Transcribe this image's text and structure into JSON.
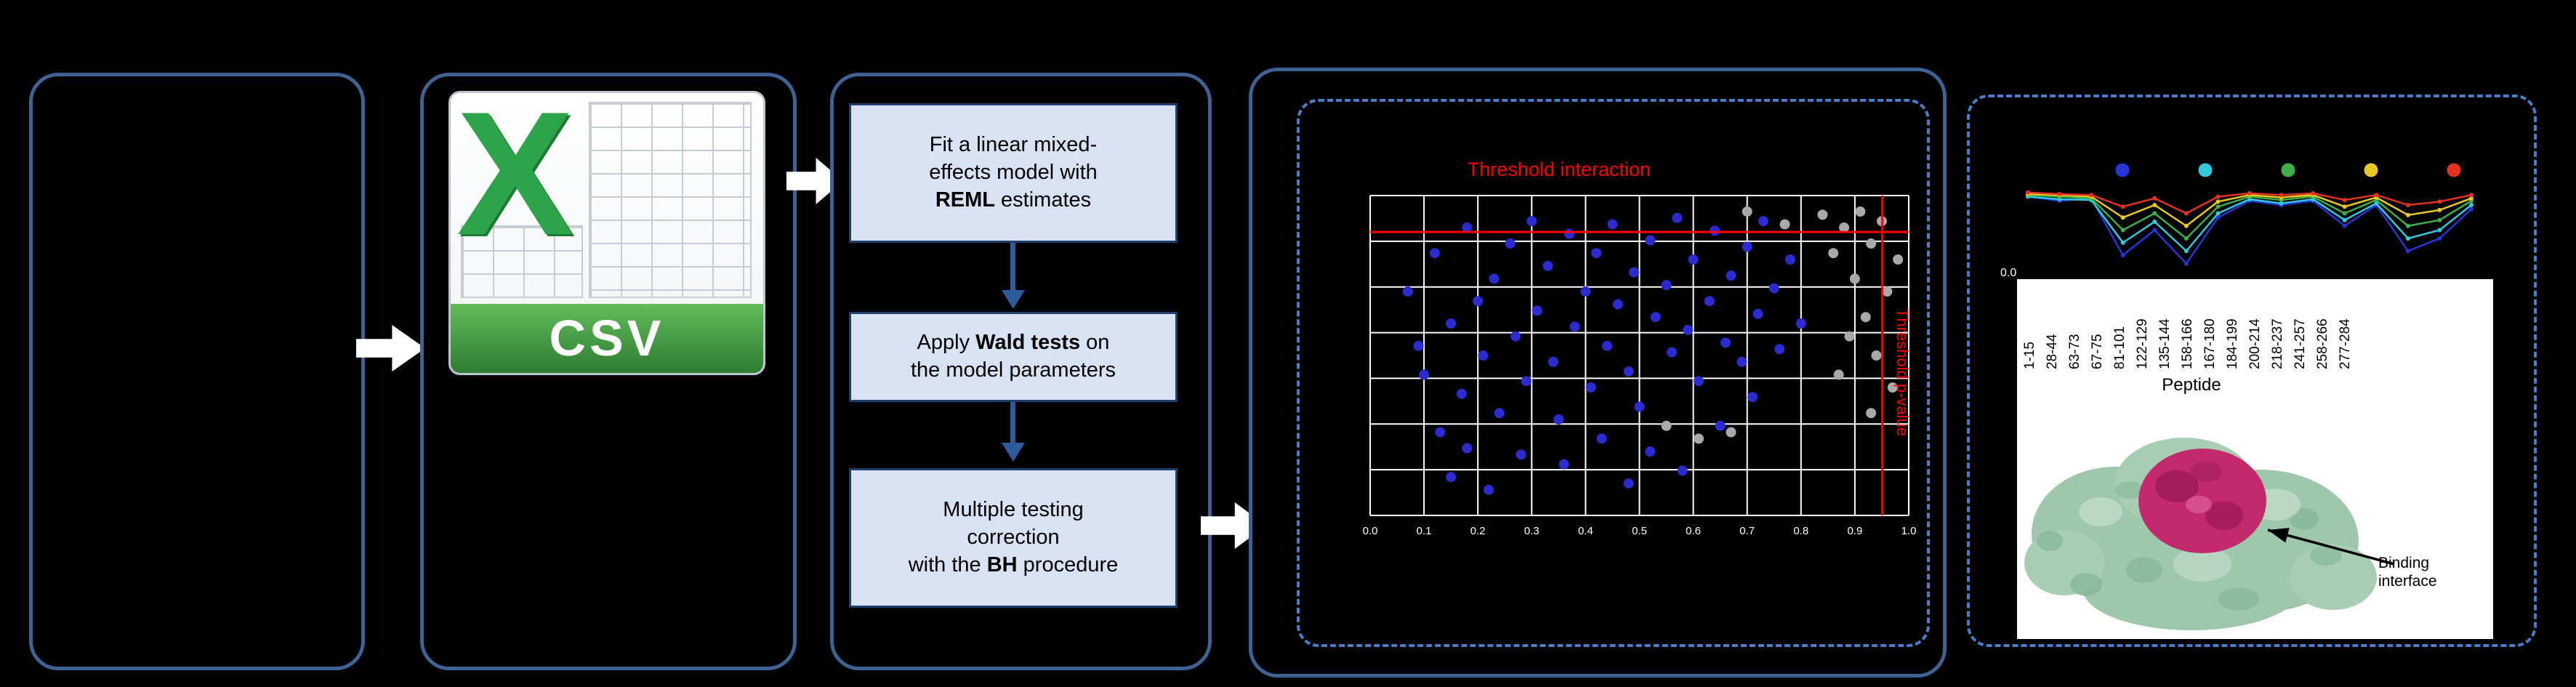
{
  "csv_icon": {
    "logo_letter": "X",
    "label": "CSV"
  },
  "pipeline": {
    "steps": [
      {
        "lines": [
          "Fit a linear mixed-",
          "effects model with",
          "**REML** estimates"
        ]
      },
      {
        "lines": [
          "Apply **Wald tests** on",
          "the model parameters"
        ]
      },
      {
        "lines": [
          "Multiple testing",
          "correction",
          "with the **BH** procedure"
        ]
      }
    ]
  },
  "volcano": {
    "title": "Threshold interaction",
    "side_label": "Threshold p-value",
    "x_ticks": [
      "0.0",
      "0.1",
      "0.2",
      "0.3",
      "0.4",
      "0.5",
      "0.6",
      "0.7",
      "0.8",
      "0.9",
      "1.0"
    ],
    "threshold_x_frac": 0.951,
    "threshold_y_frac": 0.114,
    "colors": {
      "point_blue": "#2b2bd0",
      "point_gray": "#a9a9a9",
      "threshold": "#ff0000",
      "grid": "#ffffff"
    },
    "points_blue": [
      [
        0.07,
        0.3
      ],
      [
        0.1,
        0.56
      ],
      [
        0.12,
        0.18
      ],
      [
        0.13,
        0.74
      ],
      [
        0.15,
        0.4
      ],
      [
        0.17,
        0.62
      ],
      [
        0.18,
        0.1
      ],
      [
        0.2,
        0.33
      ],
      [
        0.21,
        0.5
      ],
      [
        0.23,
        0.26
      ],
      [
        0.24,
        0.68
      ],
      [
        0.26,
        0.15
      ],
      [
        0.27,
        0.44
      ],
      [
        0.29,
        0.58
      ],
      [
        0.3,
        0.08
      ],
      [
        0.31,
        0.36
      ],
      [
        0.33,
        0.22
      ],
      [
        0.34,
        0.52
      ],
      [
        0.35,
        0.7
      ],
      [
        0.37,
        0.12
      ],
      [
        0.38,
        0.41
      ],
      [
        0.4,
        0.3
      ],
      [
        0.41,
        0.6
      ],
      [
        0.42,
        0.18
      ],
      [
        0.44,
        0.47
      ],
      [
        0.45,
        0.09
      ],
      [
        0.46,
        0.34
      ],
      [
        0.48,
        0.55
      ],
      [
        0.49,
        0.24
      ],
      [
        0.5,
        0.66
      ],
      [
        0.52,
        0.14
      ],
      [
        0.53,
        0.38
      ],
      [
        0.55,
        0.28
      ],
      [
        0.56,
        0.49
      ],
      [
        0.57,
        0.07
      ],
      [
        0.59,
        0.42
      ],
      [
        0.6,
        0.2
      ],
      [
        0.61,
        0.58
      ],
      [
        0.63,
        0.33
      ],
      [
        0.64,
        0.11
      ],
      [
        0.66,
        0.46
      ],
      [
        0.67,
        0.25
      ],
      [
        0.69,
        0.52
      ],
      [
        0.7,
        0.16
      ],
      [
        0.72,
        0.37
      ],
      [
        0.73,
        0.08
      ],
      [
        0.75,
        0.29
      ],
      [
        0.76,
        0.48
      ],
      [
        0.78,
        0.2
      ],
      [
        0.8,
        0.4
      ],
      [
        0.15,
        0.88
      ],
      [
        0.22,
        0.92
      ],
      [
        0.36,
        0.84
      ],
      [
        0.48,
        0.9
      ],
      [
        0.58,
        0.86
      ],
      [
        0.09,
        0.47
      ],
      [
        0.18,
        0.79
      ],
      [
        0.43,
        0.76
      ],
      [
        0.65,
        0.72
      ],
      [
        0.28,
        0.81
      ],
      [
        0.52,
        0.8
      ],
      [
        0.71,
        0.63
      ]
    ],
    "points_gray": [
      [
        0.84,
        0.06
      ],
      [
        0.86,
        0.18
      ],
      [
        0.88,
        0.1
      ],
      [
        0.9,
        0.26
      ],
      [
        0.91,
        0.05
      ],
      [
        0.92,
        0.38
      ],
      [
        0.93,
        0.15
      ],
      [
        0.94,
        0.5
      ],
      [
        0.95,
        0.08
      ],
      [
        0.96,
        0.3
      ],
      [
        0.97,
        0.6
      ],
      [
        0.98,
        0.2
      ],
      [
        0.89,
        0.44
      ],
      [
        0.87,
        0.56
      ],
      [
        0.93,
        0.68
      ],
      [
        0.7,
        0.05
      ],
      [
        0.77,
        0.09
      ],
      [
        0.55,
        0.72
      ],
      [
        0.61,
        0.76
      ],
      [
        0.67,
        0.74
      ]
    ]
  },
  "hdx": {
    "legend_dots": [
      "#2636d6",
      "#35c8dd",
      "#3fae49",
      "#e8c823",
      "#e23222"
    ],
    "y_tick": "0.0",
    "series": [
      {
        "color": "#2636d6",
        "values": [
          0.9,
          0.85,
          0.88,
          0.2,
          0.5,
          0.1,
          0.65,
          0.85,
          0.8,
          0.85,
          0.55,
          0.8,
          0.25,
          0.4,
          0.75
        ]
      },
      {
        "color": "#35c8dd",
        "values": [
          0.9,
          0.87,
          0.86,
          0.35,
          0.6,
          0.25,
          0.7,
          0.87,
          0.82,
          0.87,
          0.62,
          0.82,
          0.4,
          0.5,
          0.8
        ]
      },
      {
        "color": "#3fae49",
        "values": [
          0.92,
          0.9,
          0.88,
          0.5,
          0.7,
          0.4,
          0.78,
          0.9,
          0.86,
          0.9,
          0.7,
          0.86,
          0.55,
          0.62,
          0.85
        ]
      },
      {
        "color": "#e8c823",
        "values": [
          0.93,
          0.92,
          0.9,
          0.65,
          0.8,
          0.55,
          0.84,
          0.92,
          0.89,
          0.92,
          0.78,
          0.89,
          0.68,
          0.74,
          0.88
        ]
      },
      {
        "color": "#e23222",
        "values": [
          0.95,
          0.93,
          0.92,
          0.78,
          0.88,
          0.7,
          0.9,
          0.94,
          0.92,
          0.94,
          0.86,
          0.92,
          0.8,
          0.84,
          0.92
        ]
      }
    ],
    "peptides": [
      "1-15",
      "28-44",
      "63-73",
      "67-75",
      "81-101",
      "122-129",
      "135-144",
      "158-166",
      "167-180",
      "184-199",
      "200-214",
      "218-237",
      "241-257",
      "258-266",
      "277-284"
    ],
    "x_axis_label": "Peptide",
    "binding_label": "Binding interface"
  }
}
